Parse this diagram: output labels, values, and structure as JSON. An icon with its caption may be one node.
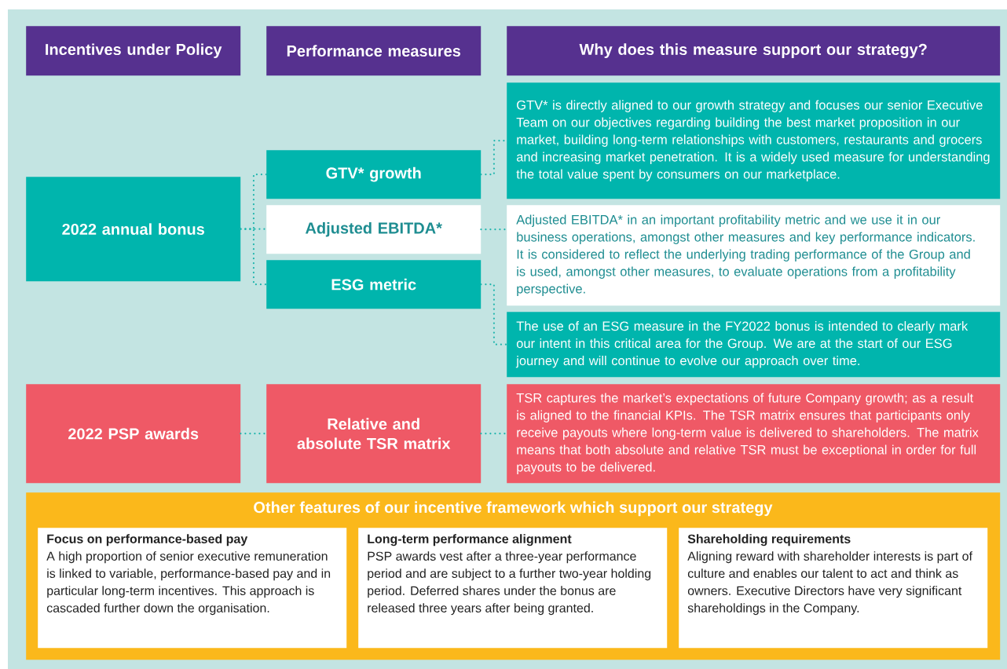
{
  "diagram": {
    "nodes": [
      {
        "text": [
          "Incentives under Policy"
        ]
      },
      {
        "text": [
          "Performance measures"
        ]
      },
      {
        "text": [
          "Why does this measure support our strategy?"
        ]
      },
      {
        "text": [
          "2022 annual bonus"
        ]
      },
      {
        "text": [
          "GTV* growth"
        ]
      },
      {
        "text": [
          "Adjusted EBITDA*"
        ]
      },
      {
        "text": [
          "ESG metric"
        ]
      },
      {
        "text": [
          "GTV* is directly aligned to our growth strategy and focuses our senior Executive Team on our objectives regarding building the best market proposition in our market, building long-term relationships with customers, restaurants and grocers and increasing market penetration. It is a widely used measure for understanding the total value spent by consumers on our marketplace."
        ]
      },
      {
        "text": [
          "Adjusted EBITDA* in an important profitability metric and we use it in our business operations, amongst other measures and key performance indicators. It is considered to reflect the underlying trading performance of the Group and is used, amongst other measures, to evaluate operations from a profitability perspective."
        ]
      },
      {
        "text": [
          "The use of an ESG measure in the FY2022 bonus is intended to clearly mark our intent in this critical area for the Group. We are at the start of our ESG journey and will continue to evolve our approach over time."
        ]
      },
      {
        "text": [
          "2022 PSP awards"
        ]
      },
      {
        "text": [
          "Relative and absolute TSR matrix"
        ]
      },
      {
        "text": [
          "TSR captures the market’s expectations of future Company growth; as a result is aligned to the financial KPIs. The TSR matrix ensures that participants only receive payouts where long-term value is delivered to shareholders. The matrix means that both absolute and relative TSR must be exceptional in order for full payouts to be delivered."
        ]
      },
      {
        "text": [
          "Other features of our incentive framework which support our strategy"
        ]
      },
      {
        "text": [
          "Focus on performance-based pay",
          "A high proportion of senior executive remuneration is linked to variable, performance-based pay and in particular long-term incentives. This approach is cascaded further down the organisation."
        ],
        "in": 13
      },
      {
        "text": [
          "Long-term performance alignment",
          "PSP awards vest after a three-year performance period and are subject to a further two-year holding period. Deferred shares under the bonus are released three years after being granted."
        ],
        "in": 13
      },
      {
        "text": [
          "Shareholding requirements",
          "Aligning reward with shareholder interests is part of culture and enables our talent to act and think as owners. Executive Directors have very significant shareholdings in the Company."
        ],
        "in": 13
      }
    ],
    "edges": [
      {
        "from": 3,
        "to": 4,
        "arrow": "none"
      },
      {
        "from": 3,
        "to": 5,
        "arrow": "none"
      },
      {
        "from": 3,
        "to": 6,
        "arrow": "none"
      },
      {
        "from": 4,
        "to": 7,
        "arrow": "none"
      },
      {
        "from": 5,
        "to": 8,
        "arrow": "none"
      },
      {
        "from": 6,
        "to": 9,
        "arrow": "none"
      },
      {
        "from": 10,
        "to": 11,
        "arrow": "none"
      },
      {
        "from": 11,
        "to": 12,
        "arrow": "none"
      }
    ]
  }
}
